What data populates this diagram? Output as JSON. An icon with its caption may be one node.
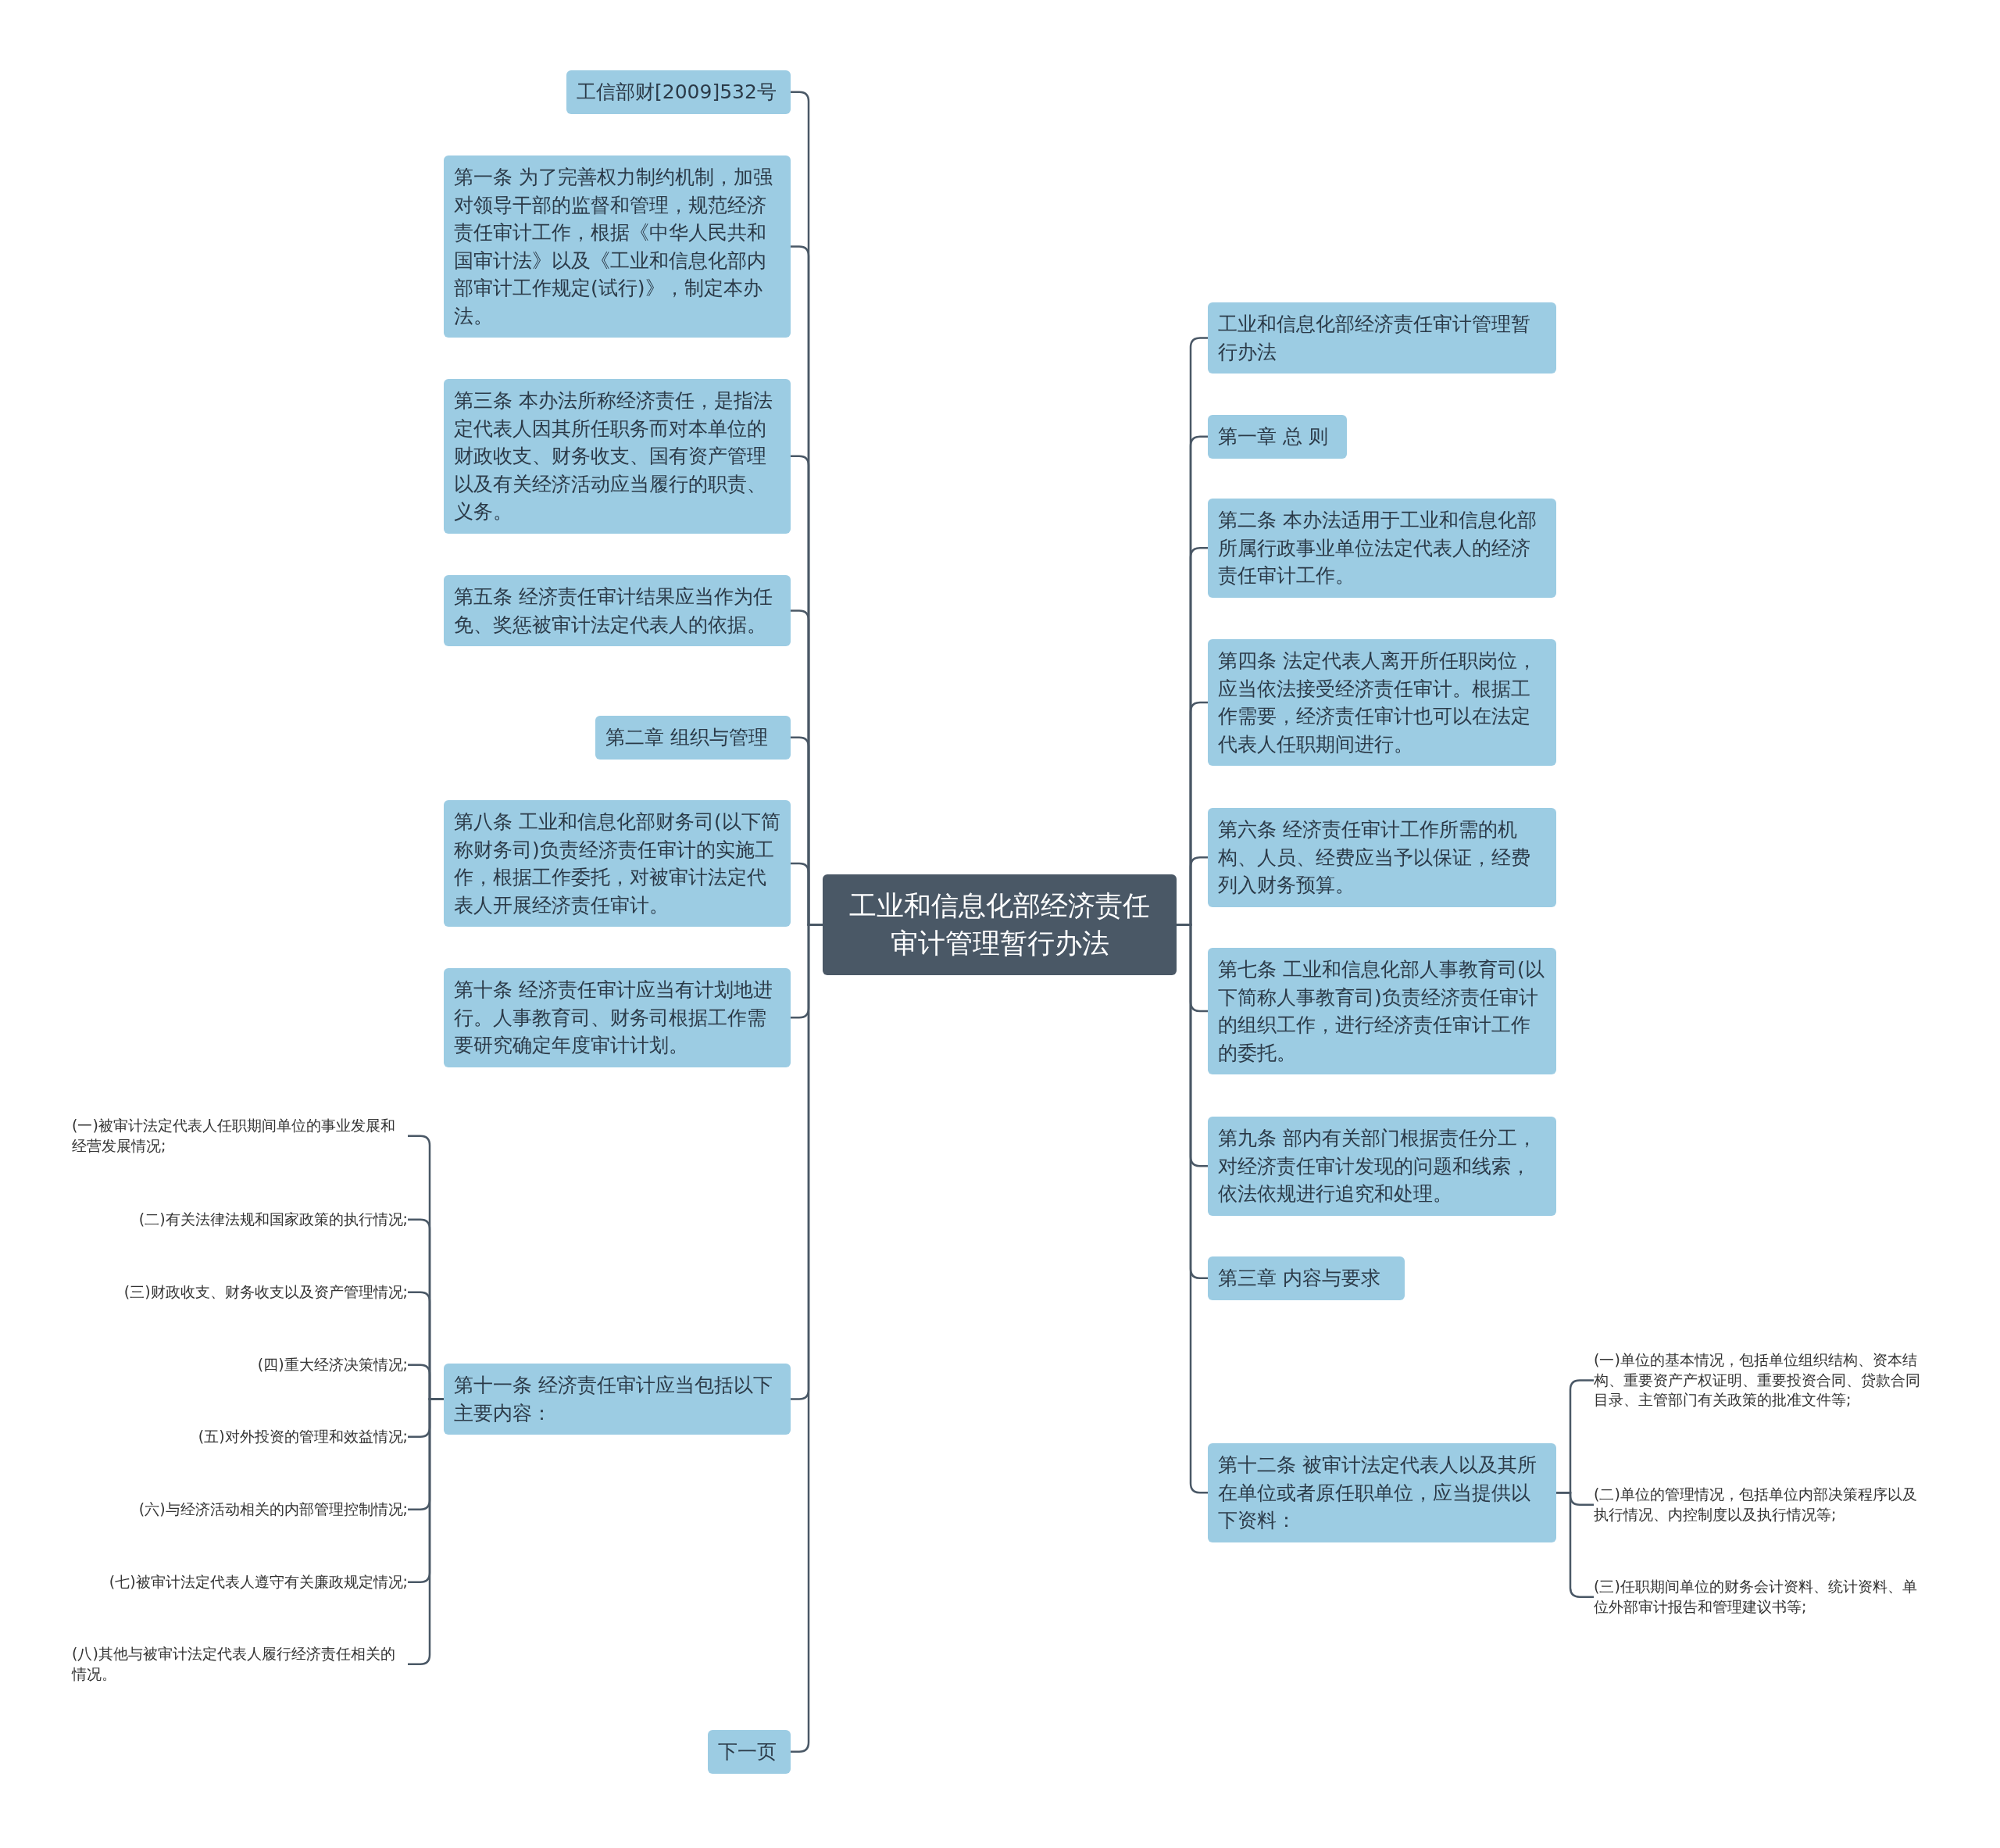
{
  "diagram": {
    "nodes": [
      {
        "text": [
          "工业和信息化部经济责任审计管理暂行办法"
        ]
      },
      {
        "text": [
          "工信部财[2009]532号"
        ]
      },
      {
        "text": [
          "第一条 为了完善权力制约机制，加强对领导干部的监督和管理，规范经济责任审计工作，根据《中华人民共和国审计法》以及《工业和信息化部内部审计工作规定(试行)》，制定本办法。"
        ]
      },
      {
        "text": [
          "第三条 本办法所称经济责任，是指法定代表人因其所任职务而对本单位的财政收支、财务收支、国有资产管理以及有关经济活动应当履行的职责、义务。"
        ]
      },
      {
        "text": [
          "第五条 经济责任审计结果应当作为任免、奖惩被审计法定代表人的依据。"
        ]
      },
      {
        "text": [
          "第二章 组织与管理"
        ]
      },
      {
        "text": [
          "第八条 工业和信息化部财务司(以下简称财务司)负责经济责任审计的实施工作，根据工作委托，对被审计法定代表人开展经济责任审计。"
        ]
      },
      {
        "text": [
          "第十条 经济责任审计应当有计划地进行。人事教育司、财务司根据工作需要研究确定年度审计计划。"
        ]
      },
      {
        "text": [
          "第十一条 经济责任审计应当包括以下主要内容："
        ]
      },
      {
        "text": [
          "(一)被审计法定代表人任职期间单位的事业发展和经营发展情况;"
        ]
      },
      {
        "text": [
          "(二)有关法律法规和国家政策的执行情况;"
        ]
      },
      {
        "text": [
          "(三)财政收支、财务收支以及资产管理情况;"
        ]
      },
      {
        "text": [
          "(四)重大经济决策情况;"
        ]
      },
      {
        "text": [
          "(五)对外投资的管理和效益情况;"
        ]
      },
      {
        "text": [
          "(六)与经济活动相关的内部管理控制情况;"
        ]
      },
      {
        "text": [
          "(七)被审计法定代表人遵守有关廉政规定情况;"
        ]
      },
      {
        "text": [
          "(八)其他与被审计法定代表人履行经济责任相关的情况。"
        ]
      },
      {
        "text": [
          "下一页"
        ]
      },
      {
        "text": [
          "工业和信息化部经济责任审计管理暂行办法"
        ]
      },
      {
        "text": [
          "第一章 总 则"
        ]
      },
      {
        "text": [
          "第二条 本办法适用于工业和信息化部所属行政事业单位法定代表人的经济责任审计工作。"
        ]
      },
      {
        "text": [
          "第四条 法定代表人离开所任职岗位，应当依法接受经济责任审计。根据工作需要，经济责任审计也可以在法定代表人任职期间进行。"
        ]
      },
      {
        "text": [
          "第六条 经济责任审计工作所需的机构、人员、经费应当予以保证，经费列入财务预算。"
        ]
      },
      {
        "text": [
          "第七条 工业和信息化部人事教育司(以下简称人事教育司)负责经济责任审计的组织工作，进行经济责任审计工作的委托。"
        ]
      },
      {
        "text": [
          "第九条 部内有关部门根据责任分工，对经济责任审计发现的问题和线索，依法依规进行追究和处理。"
        ]
      },
      {
        "text": [
          "第三章 内容与要求"
        ]
      },
      {
        "text": [
          "第十二条 被审计法定代表人以及其所在单位或者原任职单位，应当提供以下资料："
        ]
      },
      {
        "text": [
          "(一)单位的基本情况，包括单位组织结构、资本结构、重要资产产权证明、重要投资合同、贷款合同目录、主管部门有关政策的批准文件等;"
        ]
      },
      {
        "text": [
          "(二)单位的管理情况，包括单位内部决策程序以及执行情况、内控制度以及执行情况等;"
        ]
      },
      {
        "text": [
          "(三)任职期间单位的财务会计资料、统计资料、单位外部审计报告和管理建议书等;"
        ]
      }
    ],
    "edges": [
      {
        "from": 0,
        "to": 1,
        "arrow": "none"
      },
      {
        "from": 0,
        "to": 2,
        "arrow": "none"
      },
      {
        "from": 0,
        "to": 3,
        "arrow": "none"
      },
      {
        "from": 0,
        "to": 4,
        "arrow": "none"
      },
      {
        "from": 0,
        "to": 5,
        "arrow": "none"
      },
      {
        "from": 0,
        "to": 6,
        "arrow": "none"
      },
      {
        "from": 0,
        "to": 7,
        "arrow": "none"
      },
      {
        "from": 0,
        "to": 8,
        "arrow": "none"
      },
      {
        "from": 8,
        "to": 9,
        "arrow": "none"
      },
      {
        "from": 8,
        "to": 10,
        "arrow": "none"
      },
      {
        "from": 8,
        "to": 11,
        "arrow": "none"
      },
      {
        "from": 8,
        "to": 12,
        "arrow": "none"
      },
      {
        "from": 8,
        "to": 13,
        "arrow": "none"
      },
      {
        "from": 8,
        "to": 14,
        "arrow": "none"
      },
      {
        "from": 8,
        "to": 15,
        "arrow": "none"
      },
      {
        "from": 8,
        "to": 16,
        "arrow": "none"
      },
      {
        "from": 0,
        "to": 17,
        "arrow": "none"
      },
      {
        "from": 0,
        "to": 18,
        "arrow": "none"
      },
      {
        "from": 0,
        "to": 19,
        "arrow": "none"
      },
      {
        "from": 0,
        "to": 20,
        "arrow": "none"
      },
      {
        "from": 0,
        "to": 21,
        "arrow": "none"
      },
      {
        "from": 0,
        "to": 22,
        "arrow": "none"
      },
      {
        "from": 0,
        "to": 23,
        "arrow": "none"
      },
      {
        "from": 0,
        "to": 24,
        "arrow": "none"
      },
      {
        "from": 0,
        "to": 25,
        "arrow": "none"
      },
      {
        "from": 0,
        "to": 26,
        "arrow": "none"
      },
      {
        "from": 26,
        "to": 27,
        "arrow": "none"
      },
      {
        "from": 26,
        "to": 28,
        "arrow": "none"
      },
      {
        "from": 26,
        "to": 29,
        "arrow": "none"
      }
    ]
  }
}
